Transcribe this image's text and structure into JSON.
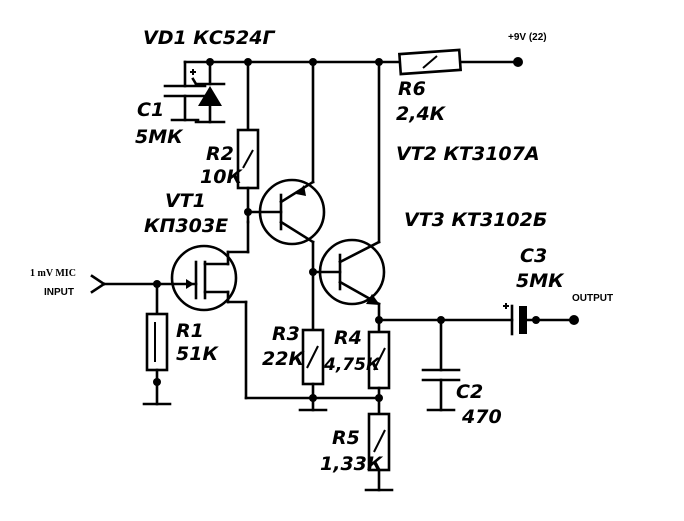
{
  "labels": {
    "vd1": "VD1 КС524Г",
    "c1_name": "C1",
    "c1_value": "5МК",
    "r2_name": "R2",
    "r2_value": "10К",
    "vt1_name": "VT1",
    "vt1_type": "КП303Е",
    "input_line1": "1 mV MIC",
    "input_line2": "INPUT",
    "r1_name": "R1",
    "r1_value": "51К",
    "r3_name": "R3",
    "r3_value": "22К",
    "r4_name": "R4",
    "r4_value": "4,75К",
    "r5_name": "R5",
    "r5_value": "1,33К",
    "r6_name": "R6",
    "r6_value": "2,4К",
    "vt2": "VT2 КТ3107А",
    "vt3": "VT3 КТ3102Б",
    "c2_name": "C2",
    "c2_value": "470",
    "c3_name": "C3",
    "c3_value": "5МК",
    "supply": "+9V (22)",
    "output": "OUTPUT"
  }
}
